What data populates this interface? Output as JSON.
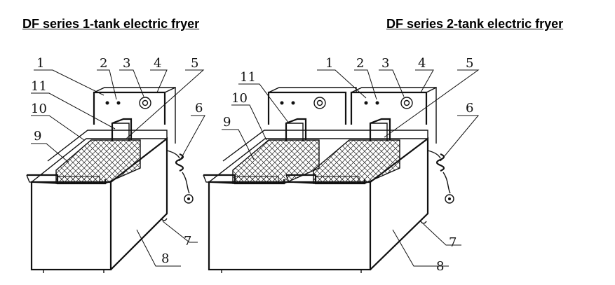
{
  "titles": {
    "left": "DF series 1-tank electric fryer",
    "right": "DF series 2-tank electric fryer"
  },
  "callouts": {
    "left": [
      "1",
      "2",
      "3",
      "4",
      "5",
      "6",
      "7",
      "8",
      "9",
      "10",
      "11"
    ],
    "right": [
      "1",
      "2",
      "3",
      "4",
      "5",
      "6",
      "7",
      "8",
      "9",
      "10",
      "11"
    ]
  }
}
